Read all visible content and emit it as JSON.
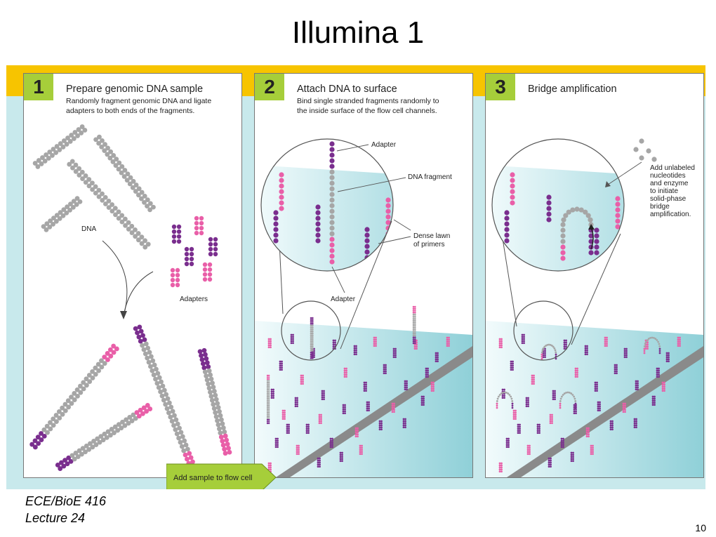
{
  "slide_title": "Illumina 1",
  "panels": [
    {
      "number": "1",
      "title": "Prepare genomic DNA sample",
      "desc_line1": "Randomly fragment genomic DNA and ligate",
      "desc_line2": "adapters to both ends of the fragments."
    },
    {
      "number": "2",
      "title": "Attach DNA to surface",
      "desc_line1": "Bind single stranded fragments randomly to",
      "desc_line2": "the inside surface of the flow cell channels."
    },
    {
      "number": "3",
      "title": "Bridge amplification",
      "desc_line1": "",
      "desc_line2": ""
    }
  ],
  "labels": {
    "dna": "DNA",
    "adapters": "Adapters",
    "adapter_top": "Adapter",
    "dna_fragment": "DNA fragment",
    "dense_lawn_1": "Dense lawn",
    "dense_lawn_2": "of primers",
    "adapter_bottom": "Adapter",
    "add_unlabeled": [
      "Add unlabeled",
      "nucleotides",
      "and enzyme",
      "to initiate",
      "solid-phase",
      "bridge",
      "amplification."
    ]
  },
  "arrow_label": "Add sample to flow cell",
  "footer": {
    "course": "ECE/BioE 416",
    "lecture": "Lecture 24",
    "page_number": "10"
  },
  "colors": {
    "gold": "#f7c400",
    "teal": "#c8e9ec",
    "green": "#a6ce3a",
    "pink": "#e95fa8",
    "purple": "#7a2e8e",
    "gray": "#a6a6a6"
  }
}
